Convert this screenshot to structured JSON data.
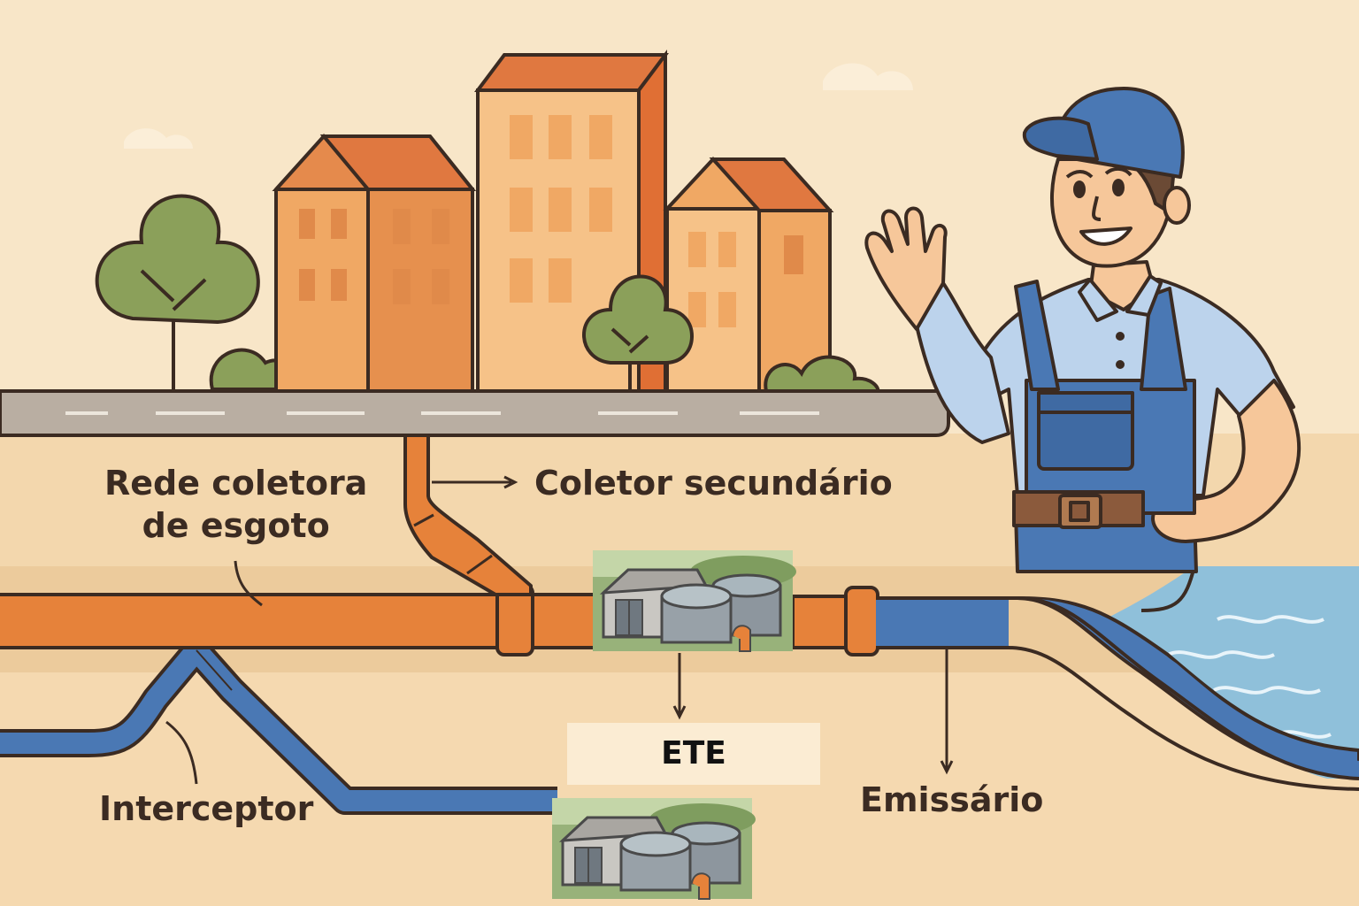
{
  "labels": {
    "rede_coletora_line1": "Rede coletora",
    "rede_coletora_line2": "de esgoto",
    "coletor_secundario": "Coletor secundário",
    "ete": "ETE",
    "interceptor": "Interceptor",
    "emissario": "Emissário"
  },
  "colors": {
    "background": "#f8e6c8",
    "sewer_pipe": "#e6823a",
    "treated_pipe": "#4a78b4",
    "road": "#b9aea2",
    "water": "#8fc0da",
    "building_orange": "#f0a864",
    "roof": "#e07840",
    "tree": "#8ba05a",
    "outline": "#3b2b22"
  },
  "icons": [
    "city-buildings",
    "trees",
    "sewer-worker",
    "treatment-plant-icon",
    "river-water"
  ]
}
